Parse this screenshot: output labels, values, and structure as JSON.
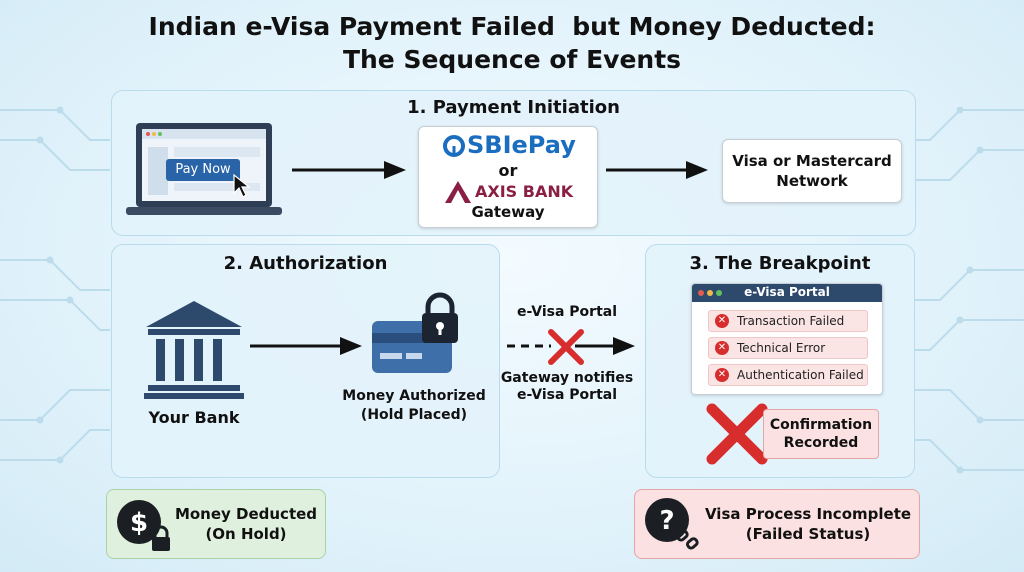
{
  "title": {
    "line1": "Indian e-Visa Payment Failed  but Money Deducted:",
    "line2": "The Sequence of Events"
  },
  "step1": {
    "title": "1. Payment Initiation",
    "pay_button": "Pay Now",
    "gateway": {
      "sbi_logo": "SBIePay",
      "or": "or",
      "axis_logo": "AXIS BANK",
      "gateway_label": "Gateway"
    },
    "network": {
      "line1": "Visa or Mastercard",
      "line2": "Network"
    }
  },
  "step2": {
    "title": "2. Authorization",
    "bank_label": "Your Bank",
    "authorized": {
      "line1": "Money Authorized",
      "line2": "(Hold Placed)"
    }
  },
  "connector": {
    "top": "e-Visa Portal",
    "bottom_line1": "Gateway notifies",
    "bottom_line2": "e-Visa Portal"
  },
  "step3": {
    "title": "3. The Breakpoint",
    "portal_title": "e-Visa Portal",
    "errors": [
      "Transaction Failed",
      "Technical Error",
      "Authentication Failed"
    ],
    "confirmation": {
      "line1": "Confirmation",
      "line2": "Recorded"
    }
  },
  "outcome_left": {
    "line1": "Money Deducted",
    "line2": "(On Hold)"
  },
  "outcome_right": {
    "line1": "Visa Process Incomplete",
    "line2": "(Failed Status)"
  },
  "icons": {
    "browser": "browser-window-icon",
    "cursor": "cursor-arrow-icon",
    "bank": "bank-building-icon",
    "card_lock": "credit-card-lock-icon",
    "cross": "red-cross-icon",
    "dollar_lock": "dollar-lock-icon",
    "question_broken": "question-broken-link-icon"
  },
  "colors": {
    "accent_blue": "#2a64a8",
    "error_red": "#d82d2d",
    "success_green_bg": "#dff1de",
    "error_pink_bg": "#fbe1e1",
    "sbi_blue": "#1a6dbf",
    "axis_maroon": "#8a1f45"
  }
}
